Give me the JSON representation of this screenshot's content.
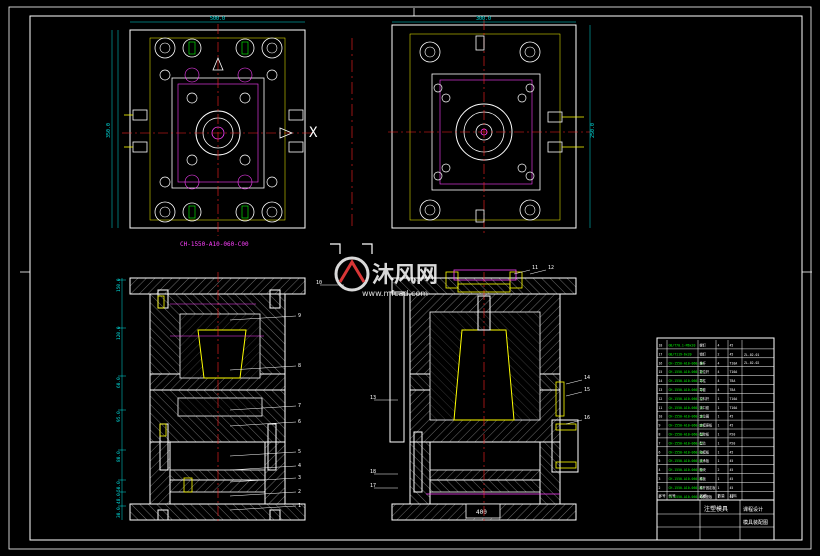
{
  "drawing": {
    "part_code": "CH-1550-A10-060-C00",
    "top_left_dims": {
      "top": "500.0",
      "left": "350.0"
    },
    "top_right_dims": {
      "top": "300.0",
      "right": "250.0"
    },
    "section_left_dims": [
      "150.0",
      "120.0",
      "60.0",
      "95.0",
      "80.0",
      "50.0",
      "48.0",
      "30.0"
    ],
    "section_left_callouts": [
      "1",
      "2",
      "3",
      "4",
      "5",
      "6",
      "7",
      "8",
      "9"
    ],
    "section_right_callouts": [
      "10",
      "11",
      "12",
      "13",
      "14",
      "15",
      "16",
      "17",
      "18"
    ],
    "center_label": "400"
  },
  "watermark": {
    "brand": "沐风网",
    "url": "www.mfcad.com"
  },
  "title_block": {
    "rows": [
      {
        "no": "18",
        "code": "GB/T70.1-M6x20",
        "name": "螺钉",
        "qty": "4",
        "mat": "45"
      },
      {
        "no": "17",
        "code": "GB/T119-6x20",
        "name": "销钉",
        "qty": "2",
        "mat": "45"
      },
      {
        "no": "16",
        "code": "CH-1550-A10-060-16",
        "name": "推杆",
        "qty": "4",
        "mat": "T10A"
      },
      {
        "no": "15",
        "code": "CH-1550-A10-060-15",
        "name": "复位杆",
        "qty": "4",
        "mat": "T10A"
      },
      {
        "no": "14",
        "code": "CH-1550-A10-060-14",
        "name": "导柱",
        "qty": "4",
        "mat": "T8A"
      },
      {
        "no": "13",
        "code": "CH-1550-A10-060-13",
        "name": "导套",
        "qty": "4",
        "mat": "T8A"
      },
      {
        "no": "12",
        "code": "CH-1550-A10-060-12",
        "name": "拉料杆",
        "qty": "1",
        "mat": "T10A"
      },
      {
        "no": "11",
        "code": "CH-1550-A10-060-11",
        "name": "浇口套",
        "qty": "1",
        "mat": "T10A"
      },
      {
        "no": "10",
        "code": "CH-1550-A10-060-10",
        "name": "定位圈",
        "qty": "1",
        "mat": "45"
      },
      {
        "no": "9",
        "code": "CH-1550-A10-060-09",
        "name": "定模座板",
        "qty": "1",
        "mat": "45"
      },
      {
        "no": "8",
        "code": "CH-1550-A10-060-08",
        "name": "型腔板",
        "qty": "1",
        "mat": "P20"
      },
      {
        "no": "7",
        "code": "CH-1550-A10-060-07",
        "name": "型芯",
        "qty": "1",
        "mat": "P20"
      },
      {
        "no": "6",
        "code": "CH-1550-A10-060-06",
        "name": "动模板",
        "qty": "1",
        "mat": "45"
      },
      {
        "no": "5",
        "code": "CH-1550-A10-060-05",
        "name": "支承板",
        "qty": "1",
        "mat": "45"
      },
      {
        "no": "4",
        "code": "CH-1550-A10-060-04",
        "name": "垫块",
        "qty": "2",
        "mat": "45"
      },
      {
        "no": "3",
        "code": "CH-1550-A10-060-03",
        "name": "推板",
        "qty": "1",
        "mat": "45"
      },
      {
        "no": "2",
        "code": "CH-1550-A10-060-02",
        "name": "推杆固定板",
        "qty": "1",
        "mat": "45"
      },
      {
        "no": "1",
        "code": "CH-1550-A10-060-01",
        "name": "动模座板",
        "qty": "1",
        "mat": "45"
      }
    ],
    "header": [
      "序号",
      "代号",
      "名称",
      "数量",
      "材料"
    ],
    "side_labels": [
      "ZL-02-01",
      "ZL-02-02"
    ],
    "title": "注塑模具",
    "drawing_no": "模具装配图",
    "school": "课程设计"
  },
  "colors": {
    "background": "#000000",
    "outline": "#ffffff",
    "hatch": "#9a9a9a",
    "centerline": "#ff2020",
    "dimension": "#00e0e0",
    "yellow": "#ffff00",
    "green": "#00ff00",
    "magenta": "#ff40ff",
    "blue": "#4060ff"
  }
}
